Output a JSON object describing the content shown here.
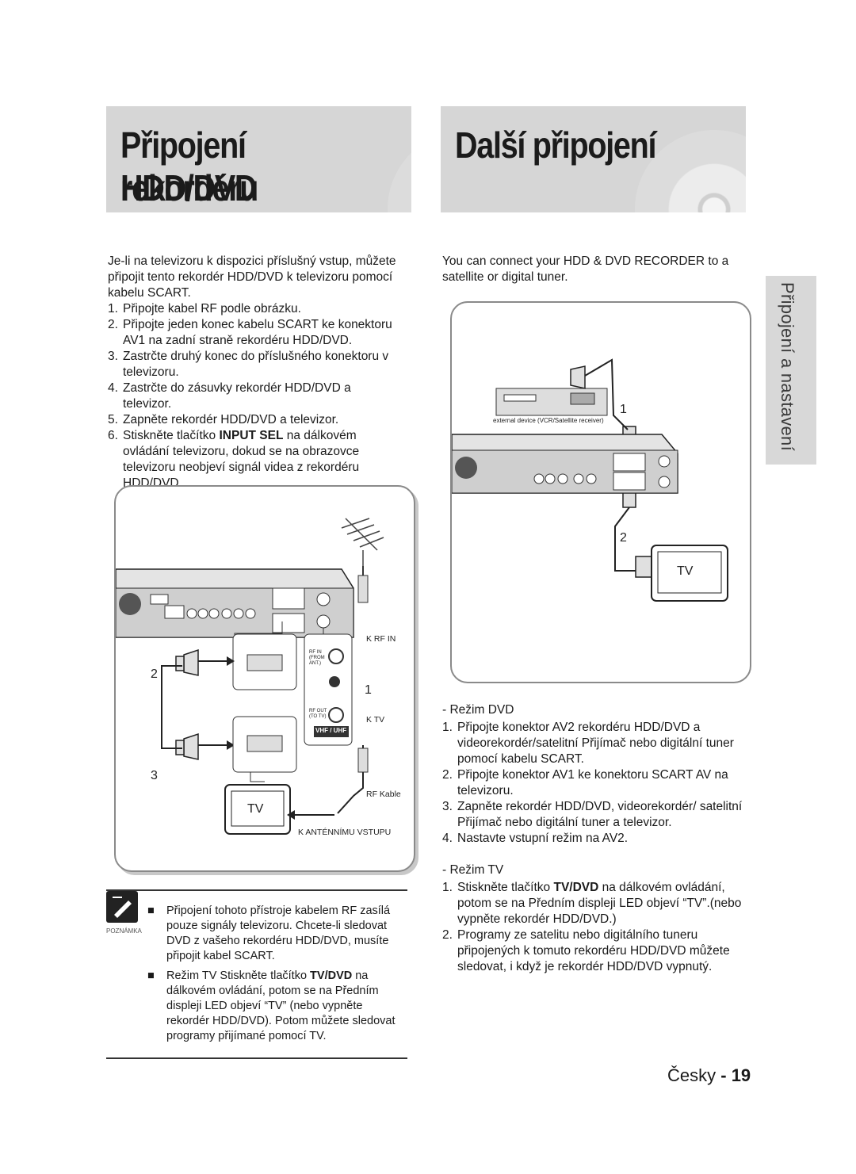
{
  "left_banner": {
    "line1": "Připojení rekordéru",
    "line2": "HDD/DVD"
  },
  "right_banner": {
    "title": "Další připojení"
  },
  "side_tab": "Připojení a nastavení",
  "left": {
    "intro": "Je-li na televizoru k dispozici příslušný vstup, můžete připojit tento rekordér HDD/DVD k televizoru pomocí kabelu SCART.",
    "steps": [
      {
        "num": "1.",
        "text": "Připojte kabel RF podle obrázku."
      },
      {
        "num": "2.",
        "text": "Připojte jeden konec kabelu SCART ke konektoru AV1 na zadní straně rekordéru HDD/DVD."
      },
      {
        "num": "3.",
        "text": "Zastrčte druhý konec do příslušného konektoru v televizoru."
      },
      {
        "num": "4.",
        "text": "Zastrčte do zásuvky rekordér HDD/DVD a televizor."
      },
      {
        "num": "5.",
        "text": "Zapněte rekordér HDD/DVD a televizor."
      }
    ],
    "step6": {
      "num": "6.",
      "pre": "Stiskněte tlačítko ",
      "bold": "INPUT SEL",
      "post": " na dálkovém ovládání televizoru, dokud se na obrazovce televizoru neobjeví signál videa z rekordéru HDD/DVD."
    }
  },
  "left_figure": {
    "k_rf_in": "K RF IN",
    "k_tv": "K TV",
    "rf_kable": "RF Kable",
    "k_anten": "K ANTÉNNÍMU VSTUPU",
    "tv": "TV",
    "n1": "1",
    "n2": "2",
    "n3": "3",
    "rf_in_small": "RF IN (FROM ANT.)",
    "rf_out_small": "RF OUT (TO TV)",
    "vhf": "VHF / UHF"
  },
  "note": {
    "label": "POZNÁMKA",
    "b1": "Připojení tohoto přístroje kabelem RF zasílá pouze signály televizoru. Chcete-li sledovat DVD z vašeho rekordéru HDD/DVD, musíte připojit kabel SCART.",
    "b2_pre": "Režim TV Stiskněte tlačítko ",
    "b2_bold": "TV/DVD",
    "b2_post": " na dálkovém ovládání, potom se na Předním displeji LED objeví “TV” (nebo vypněte rekordér HDD/DVD). Potom můžete sledovat programy přijímané pomocí TV."
  },
  "right": {
    "intro": "You can connect your HDD & DVD RECORDER to a satellite or digital tuner.",
    "figure": {
      "ext": "external device (VCR/Satellite receiver)",
      "n1": "1",
      "n2": "2",
      "tv": "TV"
    },
    "dvd_head": "- Režim DVD",
    "dvd_steps": [
      {
        "num": "1.",
        "text": "Připojte konektor AV2 rekordéru HDD/DVD a videorekordér/satelitní Přijímač nebo digitální tuner pomocí kabelu SCART."
      },
      {
        "num": "2.",
        "text": "Připojte konektor AV1 ke konektoru SCART AV na televizoru."
      },
      {
        "num": "3.",
        "text": "Zapněte rekordér HDD/DVD, videorekordér/ satelitní Přijímač nebo digitální tuner a televizor."
      },
      {
        "num": "4.",
        "text": "Nastavte vstupní režim na AV2."
      }
    ],
    "tv_head": "- Režim TV",
    "tv1": {
      "num": "1.",
      "pre": "Stiskněte tlačítko ",
      "bold": "TV/DVD",
      "post": " na dálkovém ovládání, potom se na Předním displeji LED objeví “TV”.(nebo vypněte rekordér HDD/DVD.)"
    },
    "tv2": {
      "num": "2.",
      "text": "Programy ze satelitu nebo digitálního tuneru připojených k tomuto rekordéru HDD/DVD můžete sledovat, i když je rekordér HDD/DVD vypnutý."
    }
  },
  "footer": {
    "lang": "Česky",
    "sep": " - ",
    "page": "19"
  }
}
